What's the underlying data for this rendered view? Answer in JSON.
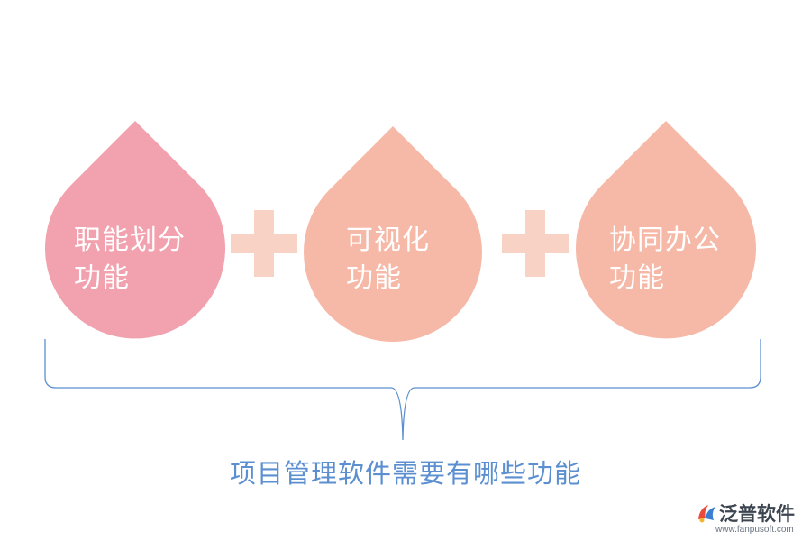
{
  "drops": [
    {
      "line1": "职能划分",
      "line2": "功能",
      "color": "#f2a2ae"
    },
    {
      "line1": "可视化",
      "line2": "功能",
      "color": "#f6b9a8"
    },
    {
      "line1": "协同办公",
      "line2": "功能",
      "color": "#f6b9a8"
    }
  ],
  "plus_color": "#f9d2c6",
  "brace_color": "#5b8fd0",
  "caption": "项目管理软件需要有哪些功能",
  "logo": {
    "name": "泛普软件",
    "url": "www.fanpusoft.com",
    "colors": [
      "#e94b3c",
      "#3a7fd0",
      "#f2b531"
    ]
  }
}
